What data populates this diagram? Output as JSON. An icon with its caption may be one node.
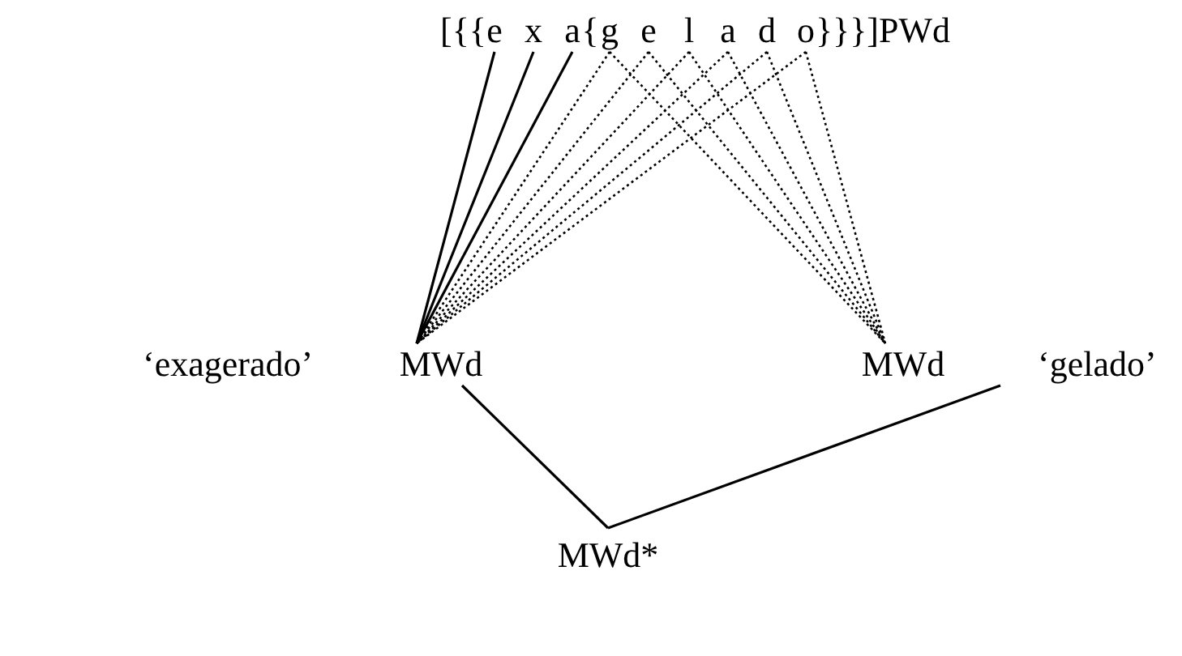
{
  "diagram": {
    "nodes": [
      {
        "text": [
          "e"
        ]
      },
      {
        "text": [
          "x"
        ]
      },
      {
        "text": [
          "a"
        ]
      },
      {
        "text": [
          "g"
        ]
      },
      {
        "text": [
          "e"
        ]
      },
      {
        "text": [
          "l"
        ]
      },
      {
        "text": [
          "a"
        ]
      },
      {
        "text": [
          "d"
        ]
      },
      {
        "text": [
          "o"
        ]
      },
      {
        "text": [
          "MWd"
        ],
        "beside": [
          "‘exagerado’"
        ]
      },
      {
        "text": [
          "MWd"
        ],
        "beside": [
          "‘gelado’"
        ]
      },
      {
        "text": [
          "MWd*"
        ]
      }
    ],
    "edges": [
      {
        "from": 0,
        "to": 9,
        "arrow": "none"
      },
      {
        "from": 1,
        "to": 9,
        "arrow": "none"
      },
      {
        "from": 2,
        "to": 9,
        "arrow": "none"
      },
      {
        "from": 3,
        "to": 9,
        "arrow": "none",
        "style": "dashed"
      },
      {
        "from": 4,
        "to": 9,
        "arrow": "none",
        "style": "dashed"
      },
      {
        "from": 5,
        "to": 9,
        "arrow": "none",
        "style": "dashed"
      },
      {
        "from": 6,
        "to": 9,
        "arrow": "none",
        "style": "dashed"
      },
      {
        "from": 7,
        "to": 9,
        "arrow": "none",
        "style": "dashed"
      },
      {
        "from": 8,
        "to": 9,
        "arrow": "none",
        "style": "dashed"
      },
      {
        "from": 3,
        "to": 10,
        "arrow": "none",
        "style": "dashed"
      },
      {
        "from": 4,
        "to": 10,
        "arrow": "none",
        "style": "dashed"
      },
      {
        "from": 5,
        "to": 10,
        "arrow": "none",
        "style": "dashed"
      },
      {
        "from": 6,
        "to": 10,
        "arrow": "none",
        "style": "dashed"
      },
      {
        "from": 7,
        "to": 10,
        "arrow": "none",
        "style": "dashed"
      },
      {
        "from": 8,
        "to": 10,
        "arrow": "none",
        "style": "dashed"
      },
      {
        "from": 9,
        "to": 11,
        "arrow": "none"
      },
      {
        "from": 10,
        "to": 11,
        "arrow": "none"
      }
    ],
    "labels": [
      "[{{",
      "{",
      "}}}]PWd"
    ]
  }
}
